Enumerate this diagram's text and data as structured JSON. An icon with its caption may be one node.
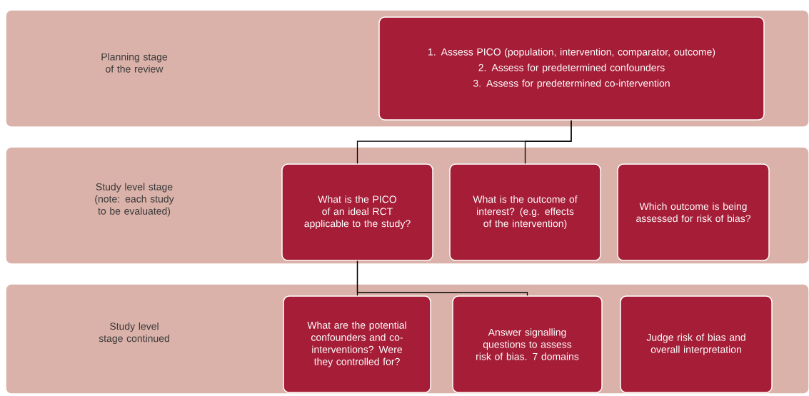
{
  "diagram": {
    "nodes": [
      {
        "text": [
          "Planning stage of the review"
        ]
      },
      {
        "text": [
          "1. Assess PICO (population, intervention, comparator, outcome)",
          "2. Assess for predetermined confounders",
          "3. Assess for predetermined co-intervention"
        ],
        "in": 0
      },
      {
        "text": [
          "Study level stage (note: each study to be evaluated)"
        ]
      },
      {
        "text": [
          "What is the PICO of an ideal RCT applicable to the study?"
        ],
        "in": 2
      },
      {
        "text": [
          "What is the outcome of interest? (e.g. effects of the intervention)"
        ],
        "in": 2
      },
      {
        "text": [
          "Which outcome is being assessed for risk of bias?"
        ],
        "in": 2
      },
      {
        "text": [
          "Study level stage continued"
        ]
      },
      {
        "text": [
          "What are the potential confounders and co-interventions? Were they controlled for?"
        ],
        "in": 6
      },
      {
        "text": [
          "Answer signalling questions to assess risk of bias. 7 domains"
        ],
        "in": 6
      },
      {
        "text": [
          "Judge risk of bias and overall interpretation"
        ],
        "in": 6
      }
    ],
    "edges": [
      {
        "from": 1,
        "to": 3,
        "arrow": "none"
      },
      {
        "from": 1,
        "to": 4,
        "arrow": "none"
      },
      {
        "from": 3,
        "to": 7,
        "arrow": "none"
      },
      {
        "from": 3,
        "to": 8,
        "arrow": "none"
      }
    ]
  }
}
